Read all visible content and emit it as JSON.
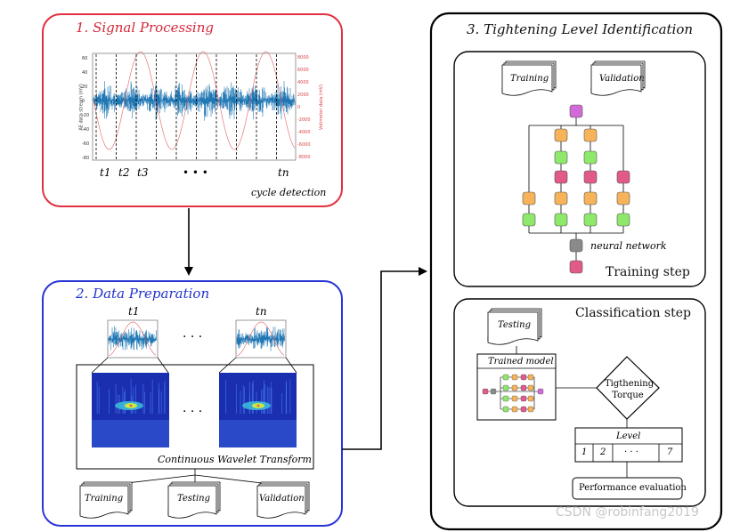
{
  "section1": {
    "title": "1. Signal Processing",
    "caption": "cycle detection",
    "cycle_labels": [
      "t1",
      "t2",
      "t3",
      "• • •",
      "tn"
    ],
    "ylabel_left": "AE data stream (mV)",
    "ylabel_right": "Voltmeter data (mV)",
    "yticks_left": [
      "60",
      "40",
      "20",
      "0",
      "-20",
      "-40",
      "-60",
      "-80"
    ],
    "yticks_right": [
      "8000",
      "6000",
      "4000",
      "2000",
      "0",
      "-2000",
      "-4000",
      "-6000",
      "-8000"
    ]
  },
  "section2": {
    "title": "2. Data Preparation",
    "t_first": "t1",
    "t_last": "tn",
    "dots": "· · ·",
    "cwt_label": "Continuous Wavelet Transform",
    "docs": [
      "Training",
      "Testing",
      "Validation"
    ]
  },
  "section3": {
    "title": "3. Tightening Level Identification",
    "training_box": {
      "docs": [
        "Training",
        "Validation"
      ],
      "nn_label": "neural network",
      "step_label": "Training step"
    },
    "classification_box": {
      "step_label": "Classification step",
      "doc": "Testing",
      "trained_model": "Trained model",
      "decision": "Tigthening Torque",
      "level_title": "Level",
      "level_cells": [
        "1",
        "2",
        "· · ·",
        "7"
      ],
      "perf": "Performance evaluation"
    }
  },
  "watermark": "CSDN @robinfang2019",
  "colors": {
    "red": "#d6283a",
    "blue": "#2233cc",
    "orange": "#f7b35a",
    "green": "#8ee86a",
    "magenta": "#e15a8a",
    "purple": "#d16bd8",
    "gray": "#8a8a8a",
    "signal": "#1f77b4"
  }
}
